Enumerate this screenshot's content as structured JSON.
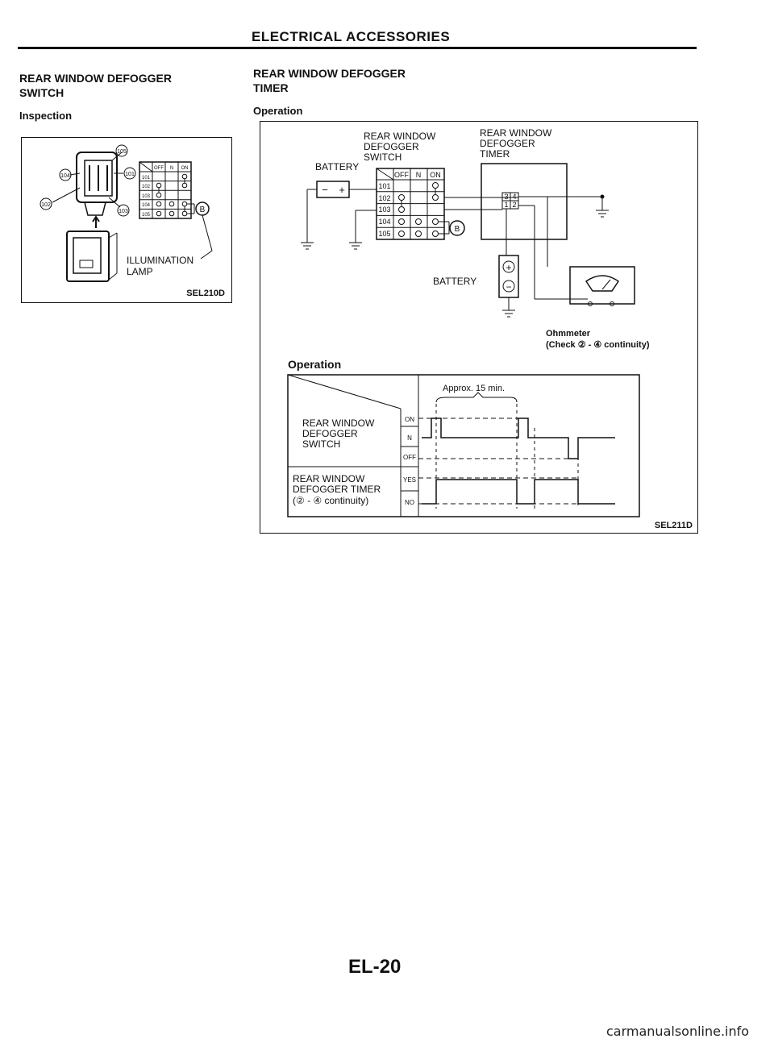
{
  "header": {
    "title": "ELECTRICAL ACCESSORIES"
  },
  "left": {
    "title_line1": "REAR WINDOW DEFOGGER",
    "title_line2": "SWITCH",
    "subhead": "Inspection",
    "figure": {
      "table": {
        "cols": [
          "OFF",
          "N",
          "ON"
        ],
        "rows": [
          "101",
          "102",
          "103",
          "104",
          "105"
        ]
      },
      "callouts": [
        "105",
        "104",
        "101",
        "102",
        "103",
        "B"
      ],
      "lamp_label_1": "ILLUMINATION",
      "lamp_label_2": "LAMP",
      "code": "SEL210D"
    }
  },
  "right": {
    "title_line1": "REAR WINDOW DEFOGGER",
    "title_line2": "TIMER",
    "subhead": "Operation",
    "circuit": {
      "switch_label": [
        "REAR WINDOW",
        "DEFOGGER",
        "SWITCH"
      ],
      "timer_label": [
        "REAR WINDOW",
        "DEFOGGER",
        "TIMER"
      ],
      "battery_left": "BATTERY",
      "battery_right": "BATTERY",
      "table_cols": [
        "OFF",
        "N",
        "ON"
      ],
      "table_rows": [
        "101",
        "102",
        "103",
        "104",
        "105"
      ],
      "plus": "+",
      "minus": "−",
      "callout": "B",
      "terminals": [
        "3",
        "4",
        "1",
        "2"
      ],
      "ohmmeter_1": "Ohmmeter",
      "ohmmeter_2": "(Check ② - ④ continuity)"
    },
    "operation2": "Operation",
    "timing": {
      "approx": "Approx. 15 min.",
      "switch_label": [
        "REAR WINDOW",
        "DEFOGGER",
        "SWITCH"
      ],
      "switch_states": [
        "ON",
        "N",
        "OFF"
      ],
      "timer_label": [
        "REAR WINDOW",
        "DEFOGGER TIMER",
        "(② - ④ continuity)"
      ],
      "timer_states": [
        "YES",
        "NO"
      ]
    },
    "code": "SEL211D"
  },
  "footer": {
    "page": "EL-20",
    "watermark": "carmanualsonline.info"
  }
}
